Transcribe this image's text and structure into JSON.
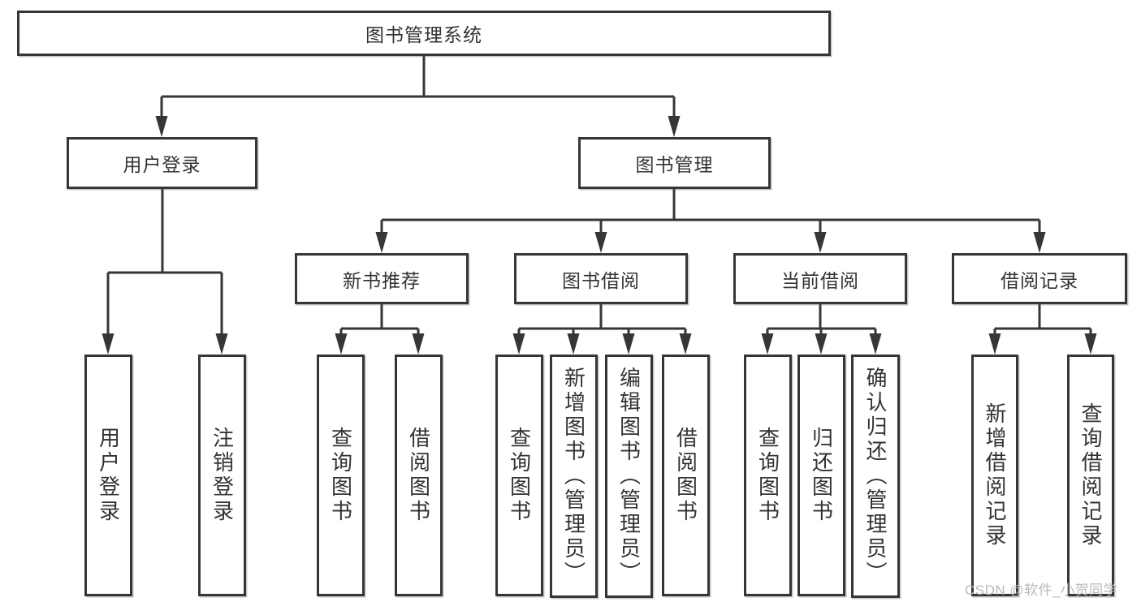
{
  "diagram_type": "hierarchy-structure-chart",
  "nodes": {
    "root": "图书管理系统",
    "user_login": "用户登录",
    "book_mgmt": "图书管理",
    "new_books": "新书推荐",
    "book_borrow": "图书借阅",
    "current_borrow": "当前借阅",
    "borrow_records": "借阅记录",
    "leaves": {
      "user_login": [
        "用户登录",
        "注销登录"
      ],
      "new_books": [
        "查询图书",
        "借阅图书"
      ],
      "book_borrow": [
        "查询图书",
        "新增图书（管理员）",
        "编辑图书（管理员）",
        "借阅图书"
      ],
      "current_borrow": [
        "查询图书",
        "归还图书",
        "确认归还（管理员）"
      ],
      "borrow_records": [
        "新增借阅记录",
        "查询借阅记录"
      ]
    }
  },
  "watermark": "CSDN @软件_小贺同学",
  "colors": {
    "line": "#363636",
    "text": "#333333",
    "background": "#ffffff",
    "watermark": "#b9b9b9"
  }
}
